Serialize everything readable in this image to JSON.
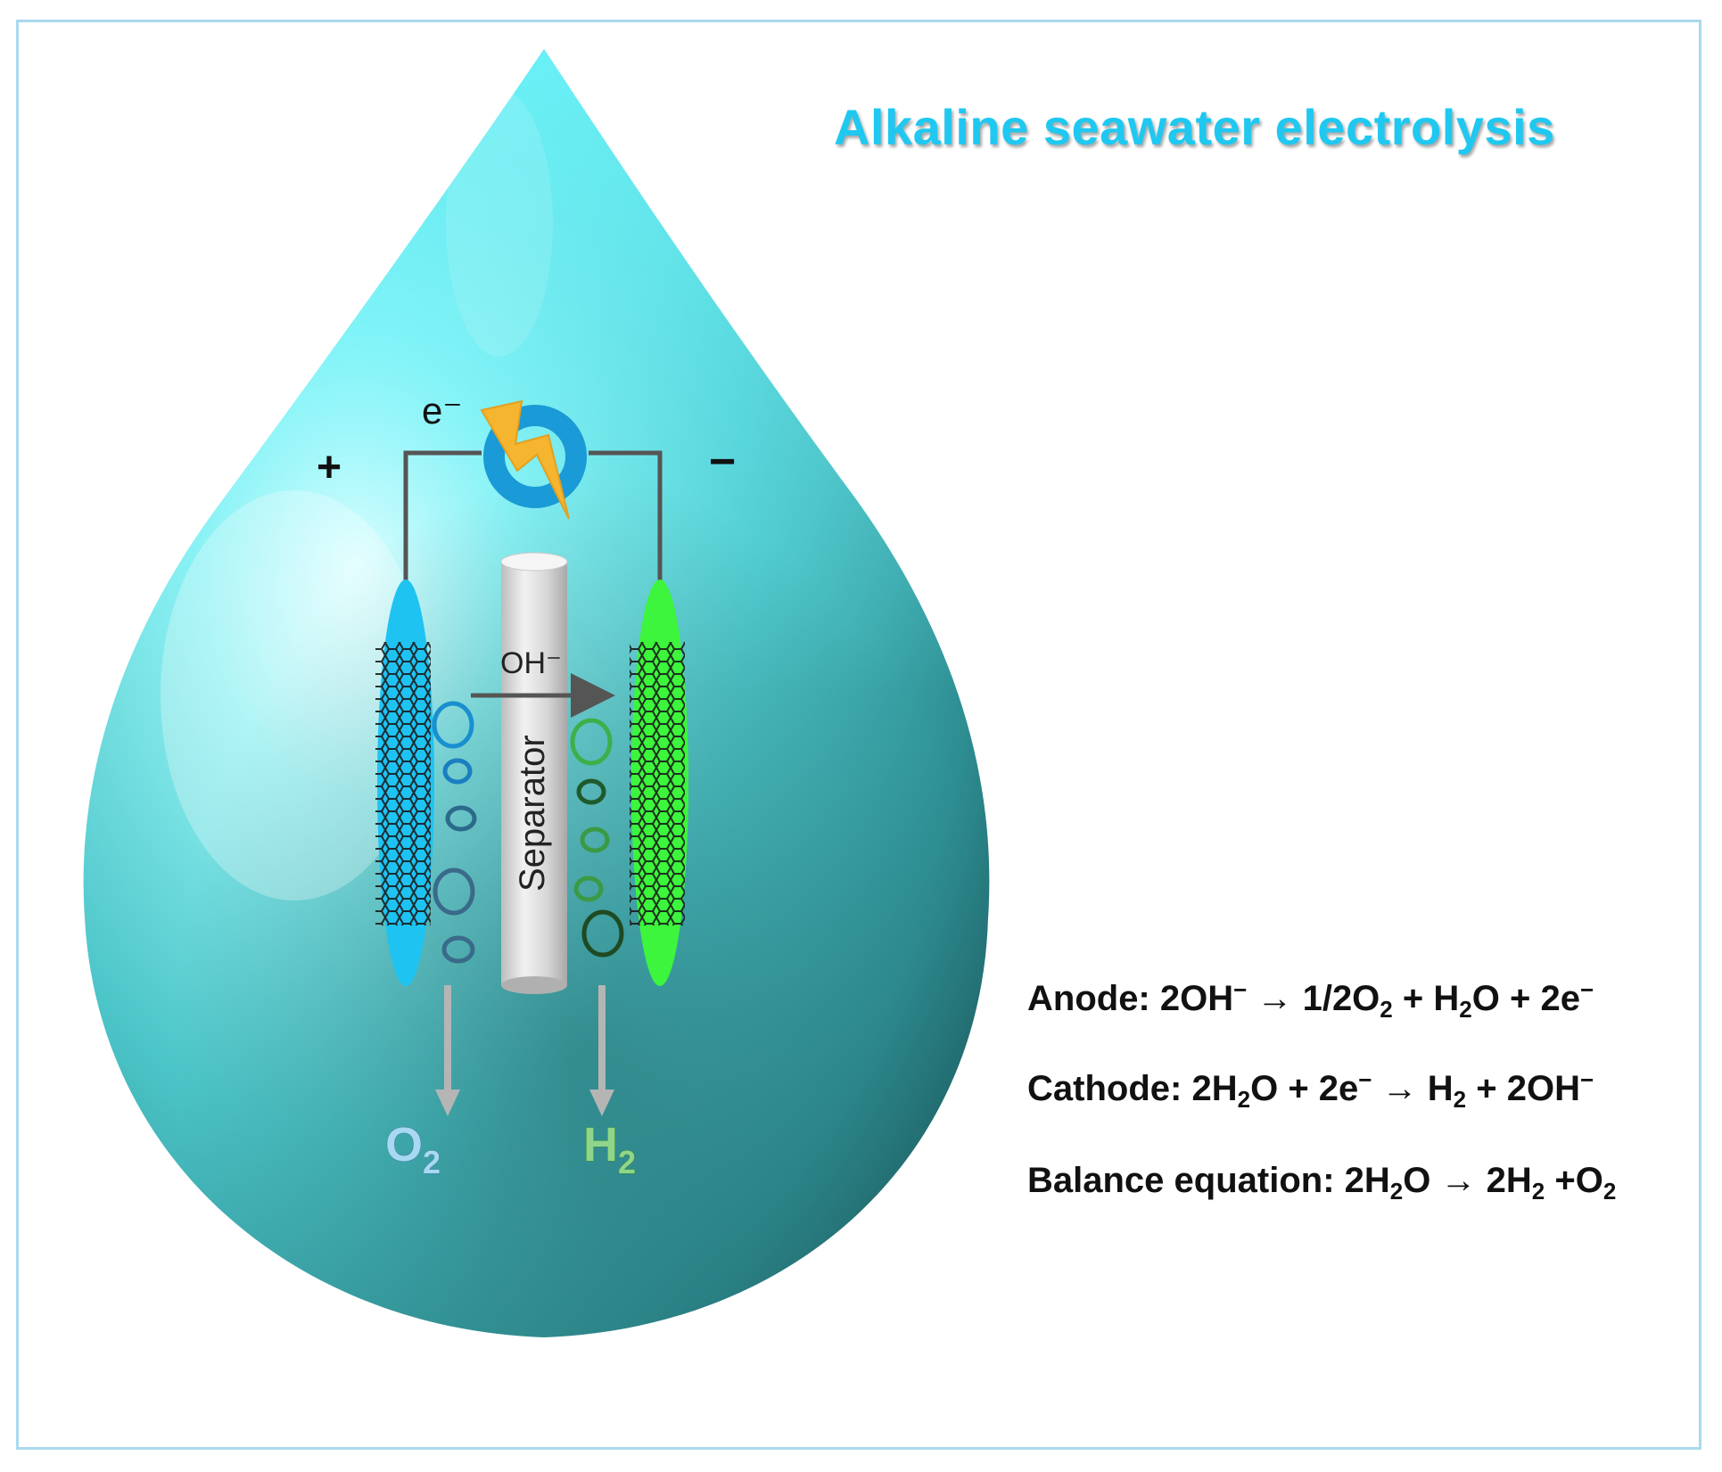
{
  "title": "Alkaline seawater electrolysis",
  "labels": {
    "electron": "e⁻",
    "plus": "+",
    "minus": "−",
    "hydroxide": "OH⁻",
    "separator": "Separator",
    "o2_base": "O",
    "o2_sub": "2",
    "h2_base": "H",
    "h2_sub": "2"
  },
  "equations": {
    "anode": {
      "label": "Anode:",
      "lhs": "2OH",
      "lhs_sup": "−",
      "arrow": "→",
      "p1": "1/2O",
      "p1_sub": "2",
      "plus1": "+",
      "p2": "H",
      "p2_sub": "2",
      "p2_tail": "O",
      "plus2": "+",
      "p3": "2e",
      "p3_sup": "−"
    },
    "cathode": {
      "label": "Cathode:",
      "r1": "2H",
      "r1_sub": "2",
      "r1_tail": "O",
      "plus1": "+",
      "r2": "2e",
      "r2_sup": "−",
      "arrow": "→",
      "p1": "H",
      "p1_sub": "2",
      "plus2": "+",
      "p2": "2OH",
      "p2_sup": "−"
    },
    "balance": {
      "label": "Balance equation:",
      "r1": "2H",
      "r1_sub": "2",
      "r1_tail": "O",
      "arrow": "→",
      "p1": "2H",
      "p1_sub": "2",
      "plus": "+O",
      "p2_sub": "2"
    }
  },
  "colors": {
    "title": "#1fc8f0",
    "anode": "#1ec3f2",
    "cathode": "#3cf53c",
    "droplet": "#3fb9bd",
    "o2_label": "#a8d8f2",
    "h2_label": "#8fd68a",
    "power_ring": "#1a9ad6",
    "bolt": "#f5b52e"
  },
  "icons": {
    "power_source": "power-source-icon",
    "lightning": "lightning-bolt-icon"
  }
}
